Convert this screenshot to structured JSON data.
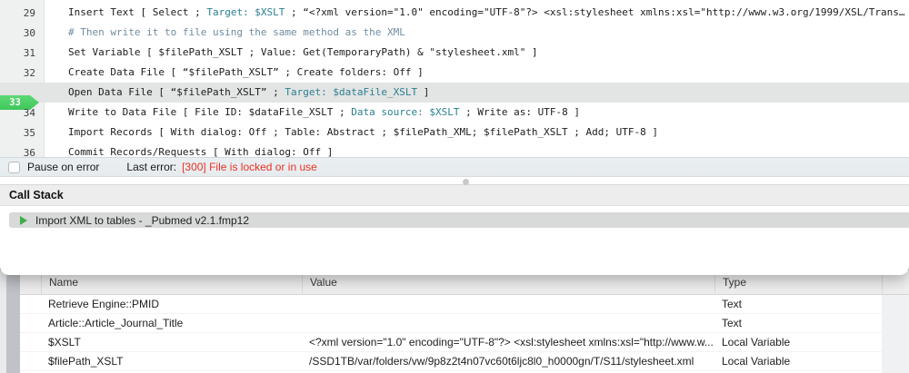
{
  "colors": {
    "accent_teal": "#2a7f91",
    "comment_blue": "#6e8ca0",
    "error_red": "#eb3223",
    "current_line_green": "#3ec75b",
    "row_highlight": "#e3e4e4"
  },
  "script": {
    "lines": [
      {
        "num": "29",
        "current": false,
        "segments": [
          {
            "t": "Insert Text [ Select ; ",
            "c": "k"
          },
          {
            "t": "Target: $XSLT",
            "c": "p"
          },
          {
            "t": " ; “<?xml version=\"1.0\" encoding=\"UTF-8\"?> <xsl:stylesheet xmlns:xsl=\"http://www.w3.org/1999/XSL/Trans…",
            "c": "k"
          }
        ]
      },
      {
        "num": "30",
        "current": false,
        "segments": [
          {
            "t": "# Then write it to file using the same method as the XML",
            "c": "comment"
          }
        ]
      },
      {
        "num": "31",
        "current": false,
        "segments": [
          {
            "t": "Set Variable [ $filePath_XSLT ; Value: Get(TemporaryPath) & \"stylesheet.xml\" ]",
            "c": "k"
          }
        ]
      },
      {
        "num": "32",
        "current": false,
        "segments": [
          {
            "t": "Create Data File [ “$filePath_XSLT” ; Create folders: Off ]",
            "c": "k"
          }
        ]
      },
      {
        "num": "33",
        "current": true,
        "segments": [
          {
            "t": "Open Data File [ “$filePath_XSLT” ; ",
            "c": "k"
          },
          {
            "t": "Target: $dataFile_XSLT",
            "c": "p"
          },
          {
            "t": " ]",
            "c": "k"
          }
        ]
      },
      {
        "num": "34",
        "current": false,
        "segments": [
          {
            "t": "Write to Data File [ File ID: $dataFile_XSLT ; ",
            "c": "k"
          },
          {
            "t": "Data source: $XSLT",
            "c": "p"
          },
          {
            "t": " ; Write as: UTF-8 ]",
            "c": "k"
          }
        ]
      },
      {
        "num": "35",
        "current": false,
        "segments": [
          {
            "t": "Import Records [ With dialog: Off ; Table: Abstract ; $filePath_XML; $filePath_XSLT ; Add; UTF-8 ]",
            "c": "k"
          }
        ]
      },
      {
        "num": "36",
        "current": false,
        "segments": [
          {
            "t": "Commit Records/Requests [ With dialog: Off ]",
            "c": "k"
          }
        ]
      }
    ]
  },
  "status_bar": {
    "pause_label": "Pause on error",
    "pause_checked": false,
    "last_error_label": "Last error:",
    "last_error_value": "[300] File is locked or in use"
  },
  "call_stack": {
    "title": "Call Stack",
    "items": [
      {
        "label": "Import XML to tables - _Pubmed v2.1.fmp12",
        "active": true
      }
    ]
  },
  "data_viewer": {
    "columns": [
      "Name",
      "Value",
      "Type"
    ],
    "rows": [
      {
        "name": "Retrieve Engine::PMID",
        "value": "",
        "type": "Text"
      },
      {
        "name": "Article::Article_Journal_Title",
        "value": "",
        "type": "Text"
      },
      {
        "name": "$XSLT",
        "value": "<?xml version=\"1.0\" encoding=\"UTF-8\"?> <xsl:stylesheet xmlns:xsl=\"http://www.w...",
        "type": "Local Variable"
      },
      {
        "name": "$filePath_XSLT",
        "value": "/SSD1TB/var/folders/vw/9p8z2t4n07vc60t6ljc8l0_h0000gn/T/S11/stylesheet.xml",
        "type": "Local Variable"
      }
    ]
  }
}
